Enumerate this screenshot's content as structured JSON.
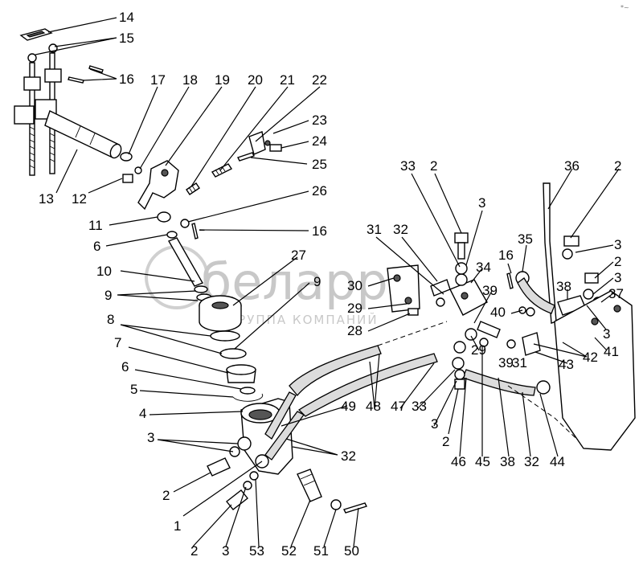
{
  "watermark": {
    "logo": "белаpp",
    "subtitle": "ГРУППА КОМПАНИЙ"
  },
  "corner_mark": "*~",
  "callouts": [
    {
      "id": "c14a",
      "text": "14"
    },
    {
      "id": "c15a",
      "text": "15"
    },
    {
      "id": "c16a",
      "text": "16"
    },
    {
      "id": "c17a",
      "text": "17"
    },
    {
      "id": "c18a",
      "text": "18"
    },
    {
      "id": "c19a",
      "text": "19"
    },
    {
      "id": "c20a",
      "text": "20"
    },
    {
      "id": "c21a",
      "text": "21"
    },
    {
      "id": "c22a",
      "text": "22"
    },
    {
      "id": "c23a",
      "text": "23"
    },
    {
      "id": "c24a",
      "text": "24"
    },
    {
      "id": "c25a",
      "text": "25"
    },
    {
      "id": "c26a",
      "text": "26"
    },
    {
      "id": "c16b",
      "text": "16"
    },
    {
      "id": "c13a",
      "text": "13"
    },
    {
      "id": "c12a",
      "text": "12"
    },
    {
      "id": "c11a",
      "text": "11"
    },
    {
      "id": "c6a",
      "text": "6"
    },
    {
      "id": "c10a",
      "text": "10"
    },
    {
      "id": "c9a",
      "text": "9"
    },
    {
      "id": "c27a",
      "text": "27"
    },
    {
      "id": "c9b",
      "text": "9"
    },
    {
      "id": "c8a",
      "text": "8"
    },
    {
      "id": "c7a",
      "text": "7"
    },
    {
      "id": "c6b",
      "text": "6"
    },
    {
      "id": "c5a",
      "text": "5"
    },
    {
      "id": "c4a",
      "text": "4"
    },
    {
      "id": "c3a",
      "text": "3"
    },
    {
      "id": "c2a",
      "text": "2"
    },
    {
      "id": "c1a",
      "text": "1"
    },
    {
      "id": "c2b",
      "text": "2"
    },
    {
      "id": "c3b",
      "text": "3"
    },
    {
      "id": "c53a",
      "text": "53"
    },
    {
      "id": "c52a",
      "text": "52"
    },
    {
      "id": "c51a",
      "text": "51"
    },
    {
      "id": "c50a",
      "text": "50"
    },
    {
      "id": "c32a",
      "text": "32"
    },
    {
      "id": "c49a",
      "text": "49"
    },
    {
      "id": "c48a",
      "text": "48"
    },
    {
      "id": "c47a",
      "text": "47"
    },
    {
      "id": "c33a",
      "text": "33"
    },
    {
      "id": "c3c",
      "text": "3"
    },
    {
      "id": "c2c",
      "text": "2"
    },
    {
      "id": "c46a",
      "text": "46"
    },
    {
      "id": "c45a",
      "text": "45"
    },
    {
      "id": "c38a",
      "text": "38"
    },
    {
      "id": "c32b",
      "text": "32"
    },
    {
      "id": "c44a",
      "text": "44"
    },
    {
      "id": "c33b",
      "text": "33"
    },
    {
      "id": "c2d",
      "text": "2"
    },
    {
      "id": "c3d",
      "text": "3"
    },
    {
      "id": "c31a",
      "text": "31"
    },
    {
      "id": "c32c",
      "text": "32"
    },
    {
      "id": "c34a",
      "text": "34"
    },
    {
      "id": "c30a",
      "text": "30"
    },
    {
      "id": "c29a",
      "text": "29"
    },
    {
      "id": "c28a",
      "text": "28"
    },
    {
      "id": "c39a",
      "text": "39"
    },
    {
      "id": "c29b",
      "text": "29"
    },
    {
      "id": "c36a",
      "text": "36"
    },
    {
      "id": "c2e",
      "text": "2"
    },
    {
      "id": "c16c",
      "text": "16"
    },
    {
      "id": "c35a",
      "text": "35"
    },
    {
      "id": "c3e",
      "text": "3"
    },
    {
      "id": "c2f",
      "text": "2"
    },
    {
      "id": "c3f",
      "text": "3"
    },
    {
      "id": "c38b",
      "text": "38"
    },
    {
      "id": "c37a",
      "text": "37"
    },
    {
      "id": "c40a",
      "text": "40"
    },
    {
      "id": "c3g",
      "text": "3"
    },
    {
      "id": "c41a",
      "text": "41"
    },
    {
      "id": "c42a",
      "text": "42"
    },
    {
      "id": "c43a",
      "text": "43"
    },
    {
      "id": "c39b",
      "text": "39"
    },
    {
      "id": "c31b",
      "text": "31"
    }
  ]
}
